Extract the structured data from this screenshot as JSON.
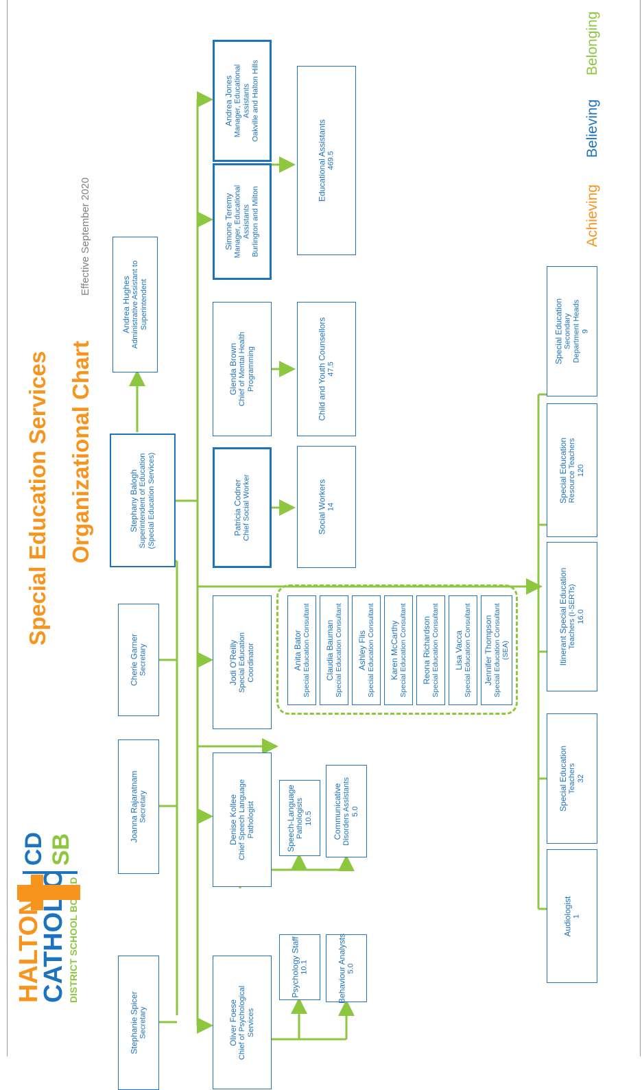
{
  "title_line1": "Special Education Services",
  "title_line2": "Organizational Chart",
  "effective": "Effective September 2020",
  "logo": {
    "halton": "HALTON",
    "catholic": "CATHOLIC",
    "district": "DISTRICT SCHOOL BOARD",
    "cd": "CD",
    "sb": "SB",
    "colors": {
      "orange": "#f7941d",
      "blue": "#1e73be",
      "green": "#8dc63f"
    }
  },
  "tagline": {
    "w1": "Achieving",
    "w2": "Believing",
    "w3": "Belonging"
  },
  "superintendent": {
    "name": "Stephany Balogh",
    "role1": "Superintendent of Education",
    "role2": "(Special Education Services)"
  },
  "admin": {
    "name": "Andrea Hughes",
    "role1": "Administrative Assistant to",
    "role2": "Superintendent"
  },
  "secretaries": [
    {
      "name": "Stephanie Spicer",
      "role": "Secretary"
    },
    {
      "name": "Joanna Rajaratnam",
      "role": "Secretary"
    },
    {
      "name": "Cherie Garner",
      "role": "Secretary"
    }
  ],
  "chiefs": {
    "oliver": {
      "name": "Oliver Foese",
      "role1": "Chief of Psychological",
      "role2": "Services"
    },
    "denise": {
      "name": "Denise Kollee",
      "role1": "Chief Speech Language",
      "role2": "Pathologist"
    },
    "jodi": {
      "name": "Jodi O'Reilly",
      "role1": "Special Education",
      "role2": "Coordinator"
    },
    "patricia": {
      "name": "Patricia Codner",
      "role1": "Chief Social Worker"
    },
    "glenda": {
      "name": "Glenda Brown",
      "role1": "Chief of Mental Health",
      "role2": "Programming"
    },
    "simone": {
      "name": "Simone Teremy",
      "role1": "Manager, Educational",
      "role2": "Assistants",
      "role3": "Burlington and Milton"
    },
    "andrea_j": {
      "name": "Andrea Jones",
      "role1": "Manager, Educational",
      "role2": "Assistants",
      "role3": "Oakville and Halton Hills"
    }
  },
  "teams": {
    "psych": {
      "name": "Psychology Staff",
      "count": "10.1"
    },
    "behaviour": {
      "name": "Behaviour Analysts",
      "count": "5.0"
    },
    "slp": {
      "name1": "Speech-Language",
      "name2": "Pathologists",
      "count": "10.5"
    },
    "cda": {
      "name1": "Communicative",
      "name2": "Disorders Assistants",
      "count": "5.0"
    },
    "social": {
      "name": "Social Workers",
      "count": "14"
    },
    "cyc": {
      "name": "Child and Youth Counsellors",
      "count": "47.5"
    },
    "ea": {
      "name": "Educational Assistants",
      "count": "469.5"
    }
  },
  "consultants": [
    {
      "name": "Anita Bator",
      "role": "Special Education Consultant"
    },
    {
      "name": "Claudia Bauman",
      "role": "Special Education Consultant"
    },
    {
      "name": "Ashley Flis",
      "role": "Special Education Consultant"
    },
    {
      "name": "Karen McCarthy",
      "role": "Special Education Consultant"
    },
    {
      "name": "Reona Richardson",
      "role": "Special Education Consultant"
    },
    {
      "name": "Lisa Vacca",
      "role": "Special Education Consultant"
    },
    {
      "name": "Jennifer Thompson",
      "role": "Special Education Consultant",
      "role2": "(SEA)"
    }
  ],
  "bottom": {
    "audiologist": {
      "l1": "Audiologist",
      "count": "1"
    },
    "set": {
      "l1": "Special Education",
      "l2": "Teachers",
      "count": "32"
    },
    "isert": {
      "l1": "Itinerant Special Education",
      "l2": "Teachers (I-SERTs)",
      "count": "16.0"
    },
    "sert": {
      "l1": "Special Education",
      "l2": "Resource Teachers",
      "count": "120"
    },
    "heads": {
      "l1": "Special Education",
      "l2": "Secondary",
      "l3": "Department Heads",
      "count": "9"
    }
  },
  "colors": {
    "connector": "#8dc63f",
    "box_border": "#1e73be",
    "title": "#f7941d",
    "effective": "#808080"
  }
}
